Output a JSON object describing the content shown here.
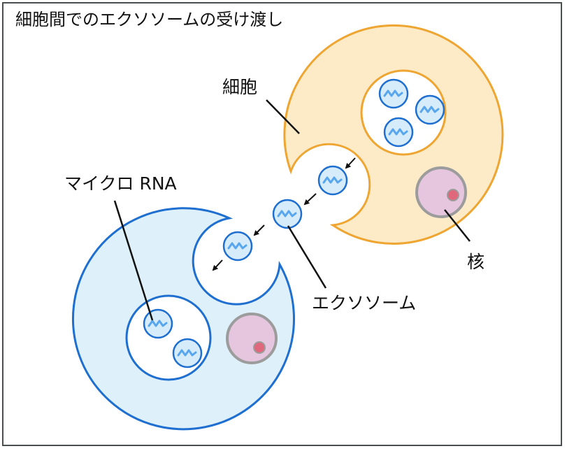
{
  "title": "細胞間でのエクソソームの受け渡し",
  "labels": {
    "cell": "細胞",
    "microrna": "マイクロ RNA",
    "exosome": "エクソソーム",
    "nucleus": "核"
  },
  "colors": {
    "frame": "#4a4f52",
    "donor_cell_fill": "#fdebc8",
    "donor_cell_stroke": "#eea531",
    "recipient_cell_fill": "#def0fa",
    "recipient_cell_stroke": "#1e6fd0",
    "exosome_fill": "#d6ecfb",
    "exosome_stroke": "#1e6fd0",
    "rna_wave": "#58a6ee",
    "nucleus_fill": "#e5c6de",
    "nucleus_stroke": "#9c9c9c",
    "nucleolus": "#e0687c",
    "pointer_line": "#111111"
  }
}
